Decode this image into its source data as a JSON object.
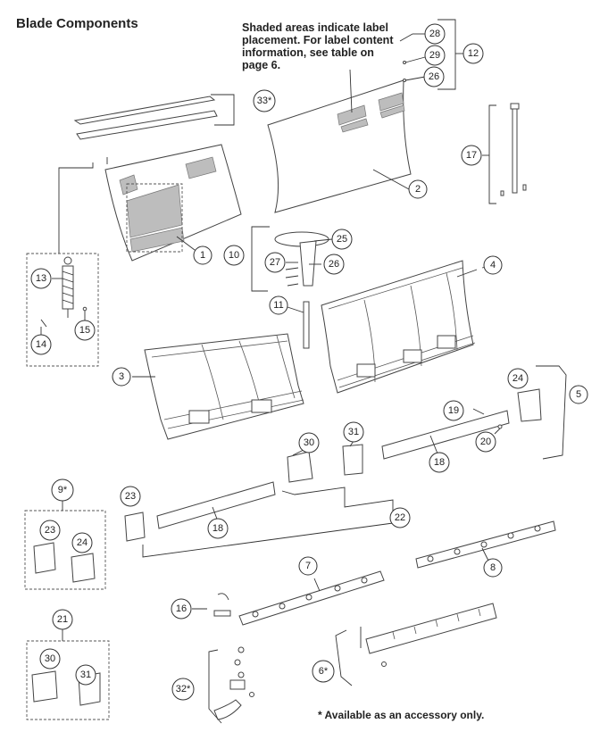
{
  "title": "Blade Components",
  "note": "Shaded areas indicate label placement. For label content information, see table on page 6.",
  "footnote": "* Available as an accessory only.",
  "callouts": {
    "c1": "1",
    "c2": "2",
    "c3": "3",
    "c4": "4",
    "c5": "5",
    "c6": "6*",
    "c7": "7",
    "c8": "8",
    "c9": "9*",
    "c10": "10",
    "c11": "11",
    "c12": "12",
    "c13": "13",
    "c14": "14",
    "c15": "15",
    "c16": "16",
    "c17": "17",
    "c18a": "18",
    "c18b": "18",
    "c19": "19",
    "c20": "20",
    "c21": "21",
    "c22": "22",
    "c23a": "23",
    "c23b": "23",
    "c24a": "24",
    "c24b": "24",
    "c25": "25",
    "c26a": "26",
    "c26b": "26",
    "c27": "27",
    "c28": "28",
    "c29": "29",
    "c30a": "30",
    "c30b": "30",
    "c31a": "31",
    "c31b": "31",
    "c32": "32*",
    "c33": "33*"
  }
}
